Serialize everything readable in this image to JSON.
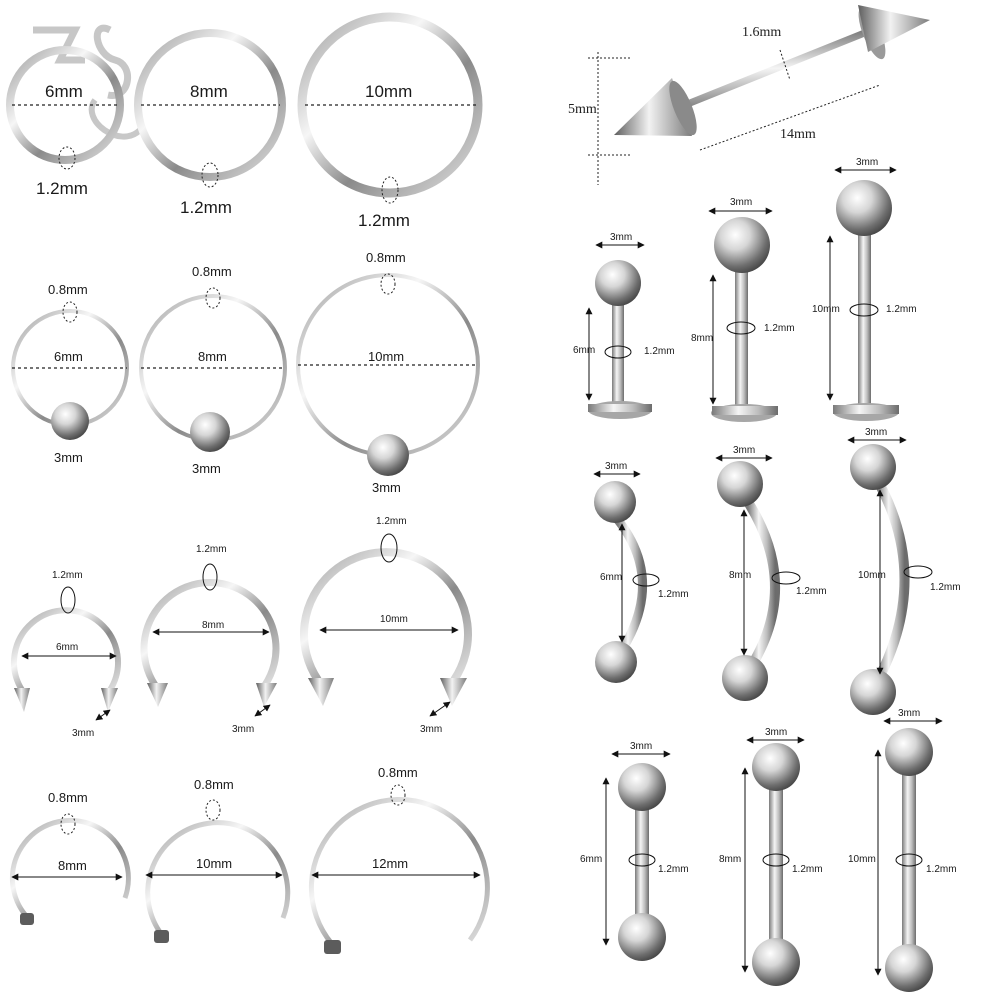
{
  "colors": {
    "metal_light": "#f4f4f4",
    "metal_mid": "#c9c9c9",
    "metal_dark": "#6f6f6f",
    "logo": "#9a9a9a"
  },
  "logo": {
    "text": "ZS"
  },
  "segment_rings": {
    "diameters": [
      "6mm",
      "8mm",
      "10mm"
    ],
    "thickness": [
      "1.2mm",
      "1.2mm",
      "1.2mm"
    ]
  },
  "captive_rings": {
    "gauge": [
      "0.8mm",
      "0.8mm",
      "0.8mm"
    ],
    "diameters": [
      "6mm",
      "8mm",
      "10mm"
    ],
    "ball": [
      "3mm",
      "3mm",
      "3mm"
    ]
  },
  "horseshoes": {
    "gauge": [
      "1.2mm",
      "1.2mm",
      "1.2mm"
    ],
    "diameters": [
      "6mm",
      "8mm",
      "10mm"
    ],
    "spike": [
      "3mm",
      "3mm",
      "3mm"
    ]
  },
  "nose_hoops": {
    "gauge": [
      "0.8mm",
      "0.8mm",
      "0.8mm"
    ],
    "diameters": [
      "8mm",
      "10mm",
      "12mm"
    ]
  },
  "spike_barbell": {
    "gauge": "1.6mm",
    "length": "14mm",
    "spike": "5mm"
  },
  "labrets": {
    "ball": [
      "3mm",
      "3mm",
      "3mm"
    ],
    "length": [
      "6mm",
      "8mm",
      "10mm"
    ],
    "gauge": [
      "1.2mm",
      "1.2mm",
      "1.2mm"
    ]
  },
  "curved_barbells": {
    "ball": [
      "3mm",
      "3mm",
      "3mm"
    ],
    "length": [
      "6mm",
      "8mm",
      "10mm"
    ],
    "gauge": [
      "1.2mm",
      "1.2mm",
      "1.2mm"
    ]
  },
  "straight_barbells": {
    "ball": [
      "3mm",
      "3mm",
      "3mm"
    ],
    "length": [
      "6mm",
      "8mm",
      "10mm"
    ],
    "gauge": [
      "1.2mm",
      "1.2mm",
      "1.2mm"
    ]
  }
}
